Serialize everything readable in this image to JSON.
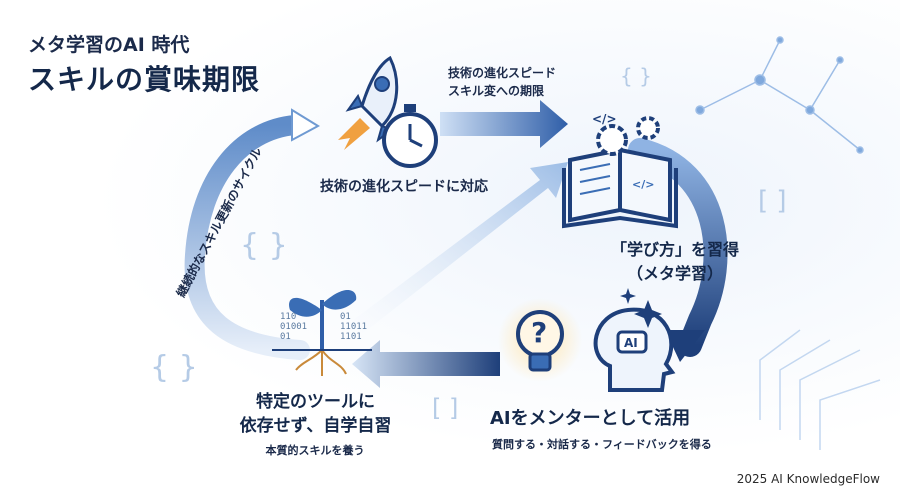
{
  "title": {
    "line1": "メタ学習のAI 時代",
    "line2": "スキルの賞味期限"
  },
  "labels": {
    "speed_side": [
      "技術の進化スピード",
      "スキル変への期限"
    ],
    "tech_speed": "技術の進化スピードに対応",
    "meta_learning": [
      "「学び方」を習得",
      "（メタ学習）"
    ],
    "self_learning": [
      "特定のツールに",
      "依存せず、自学自習"
    ],
    "self_learning_sub": "本質的スキルを養う",
    "ai_mentor": "AIをメンターとして活用",
    "ai_mentor_sub": "質問する・対話する・フィードバックを得る",
    "cycle": "継続的なスキル更新のサイクル",
    "ai_badge": "AI"
  },
  "decor": {
    "braces": "{ }",
    "brackets": "[ ]",
    "code_tag": "</>",
    "question": "?",
    "binary_left": [
      "110",
      "01001",
      "01"
    ],
    "binary_right": [
      "01",
      "11011",
      "1101"
    ]
  },
  "credit": "2025 AI KnowledgeFlow",
  "colors": {
    "navy": "#1e3f7a",
    "blue": "#3a6db5",
    "light_blue": "#a9c8ec",
    "accent_orange": "#f0a040"
  }
}
